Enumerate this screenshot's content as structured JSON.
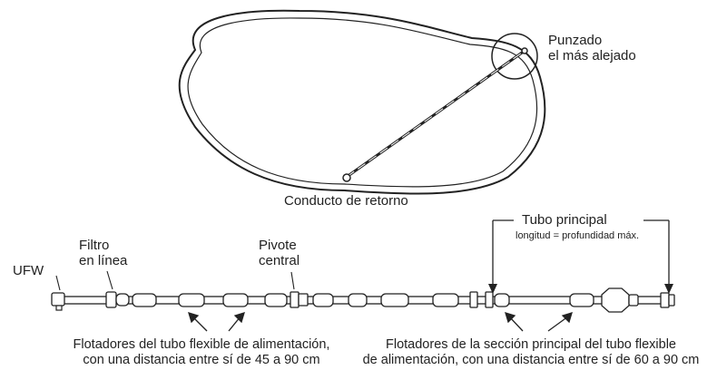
{
  "labels": {
    "punzado_line1": "Punzado",
    "punzado_line2": "el más alejado",
    "conducto": "Conducto de retorno",
    "tubo_principal": "Tubo principal",
    "longitud": "longitud = profundidad máx.",
    "ufw": "UFW",
    "filtro_line1": "Filtro",
    "filtro_line2": "en línea",
    "pivote_line1": "Pivote",
    "pivote_line2": "central",
    "flot_alim_line1": "Flotadores del tubo flexible de alimentación,",
    "flot_alim_line2": "con una distancia entre sí de 45 a 90 cm",
    "flot_princ_line1": "Flotadores de la sección principal del tubo flexible",
    "flot_princ_line2": "de alimentación, con una distancia entre sí de 60 a 90 cm"
  },
  "colors": {
    "line": "#222222",
    "background": "#ffffff"
  }
}
